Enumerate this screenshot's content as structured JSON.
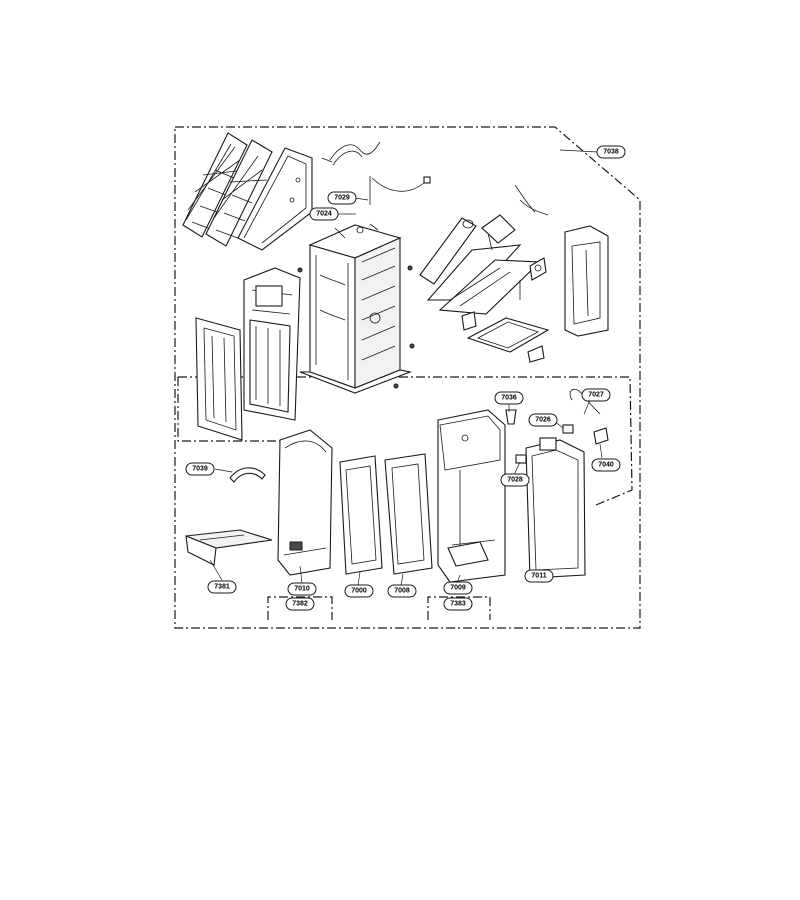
{
  "diagram": {
    "callouts": {
      "c7038": "7038",
      "c7029": "7029",
      "c7024": "7024",
      "c7036": "7036",
      "c7027": "7027",
      "c7026": "7026",
      "c7028": "7028",
      "c7040": "7040",
      "c7039": "7039",
      "c7381": "7381",
      "c7010": "7010",
      "c7000": "7000",
      "c7008": "7008",
      "c7009": "7009",
      "c7011": "7011",
      "c7382": "7382",
      "c7383": "7383"
    }
  }
}
